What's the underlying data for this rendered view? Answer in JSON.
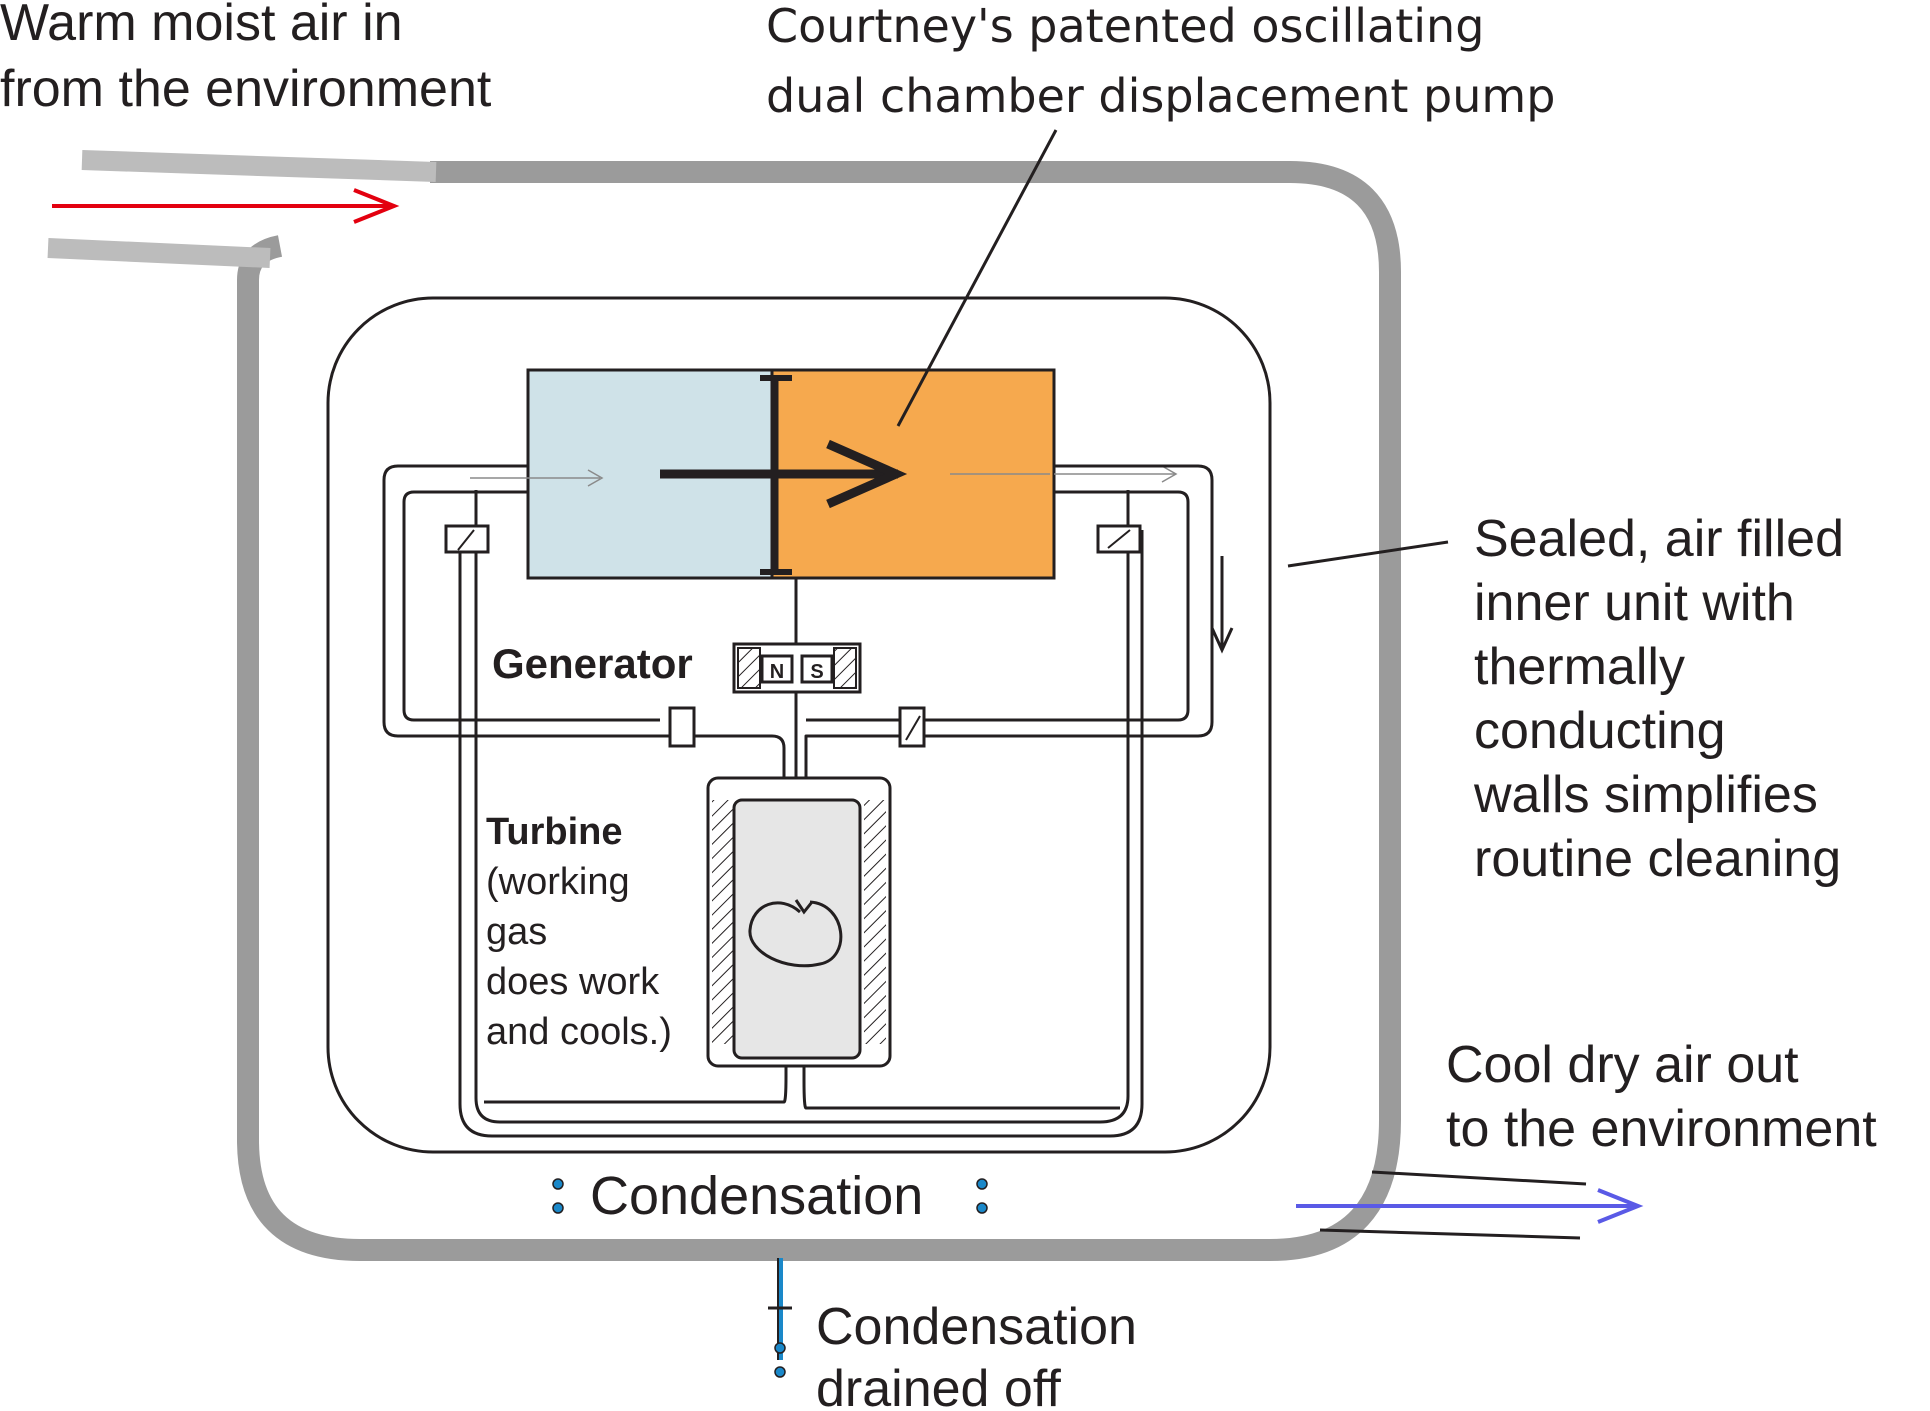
{
  "labels": {
    "inlet_line1": "Warm moist air in",
    "inlet_line2": "from the environment",
    "pump_line1": "Courtney's patented oscillating",
    "pump_line2": "dual chamber displacement pump",
    "sealed_line1": "Sealed, air filled",
    "sealed_line2": "inner unit with",
    "sealed_line3": "thermally",
    "sealed_line4": "conducting",
    "sealed_line5": "walls simplifies",
    "sealed_line6": "routine cleaning",
    "generator": "Generator",
    "magnet_n": "N",
    "magnet_s": "S",
    "turbine_title": "Turbine",
    "turbine_line1": "(working",
    "turbine_line2": "gas",
    "turbine_line3": "does work",
    "turbine_line4": "and cools.)",
    "outlet_line1": "Cool dry air out",
    "outlet_line2": "to the environment",
    "condensation": "Condensation",
    "drain_line1": "Condensation",
    "drain_line2": "drained off"
  },
  "colors": {
    "outer_wall": "#9b9b9b",
    "inlet_arrow": "#e3000f",
    "outlet_arrow": "#5a5ae6",
    "cold_chamber": "#cfe2e8",
    "hot_chamber": "#f6a94e",
    "turbine_body": "#e6e6e6",
    "condensation_drop": "#1a88c9"
  }
}
